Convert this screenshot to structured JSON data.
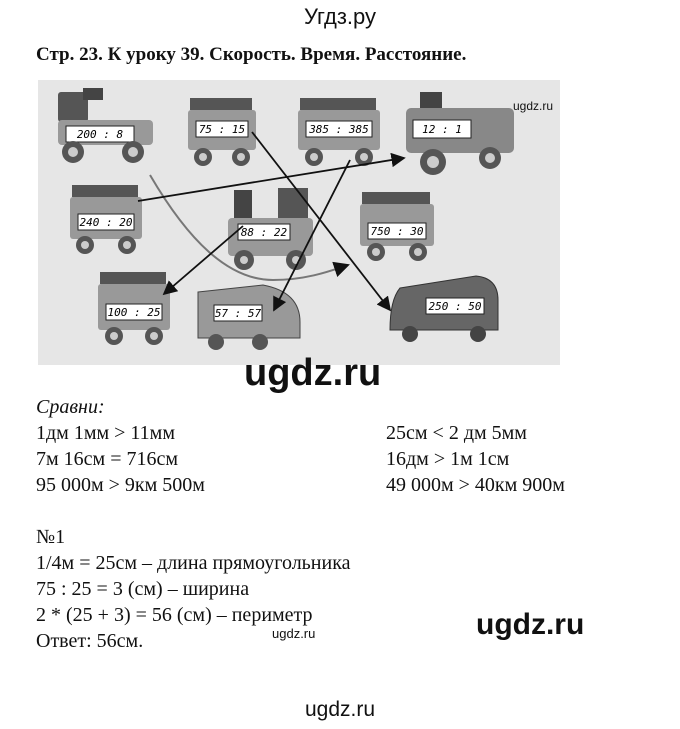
{
  "header": {
    "site": "Угдз.ру"
  },
  "heading": "Стр. 23. К уроку 39. Скорость. Время. Расстояние.",
  "illustration": {
    "wagons": [
      "200 : 8",
      "75 : 15",
      "385 : 385",
      "12 : 1",
      "240 : 20",
      "88 : 22",
      "750 : 30",
      "100 : 25",
      "57 : 57",
      "250 : 50"
    ],
    "watermark": "ugdz.ru"
  },
  "watermarks": {
    "big1": "ugdz.ru",
    "big2": "ugdz.ru",
    "small": "ugdz.ru"
  },
  "compare": {
    "title": "Сравни:",
    "left": [
      "1дм 1мм > 11мм",
      "7м 16см = 716см",
      "95 000м > 9км 500м"
    ],
    "right": [
      "25см < 2 дм 5мм",
      "16дм > 1м 1см",
      "49 000м > 40км 900м"
    ]
  },
  "task": {
    "number": "№1",
    "lines": [
      "1/4м = 25см – длина прямоугольника",
      "75 : 25 = 3 (см) – ширина",
      "2 * (25 + 3) = 56 (см) – периметр",
      "Ответ: 56см."
    ]
  },
  "footer": {
    "site": "ugdz.ru"
  }
}
